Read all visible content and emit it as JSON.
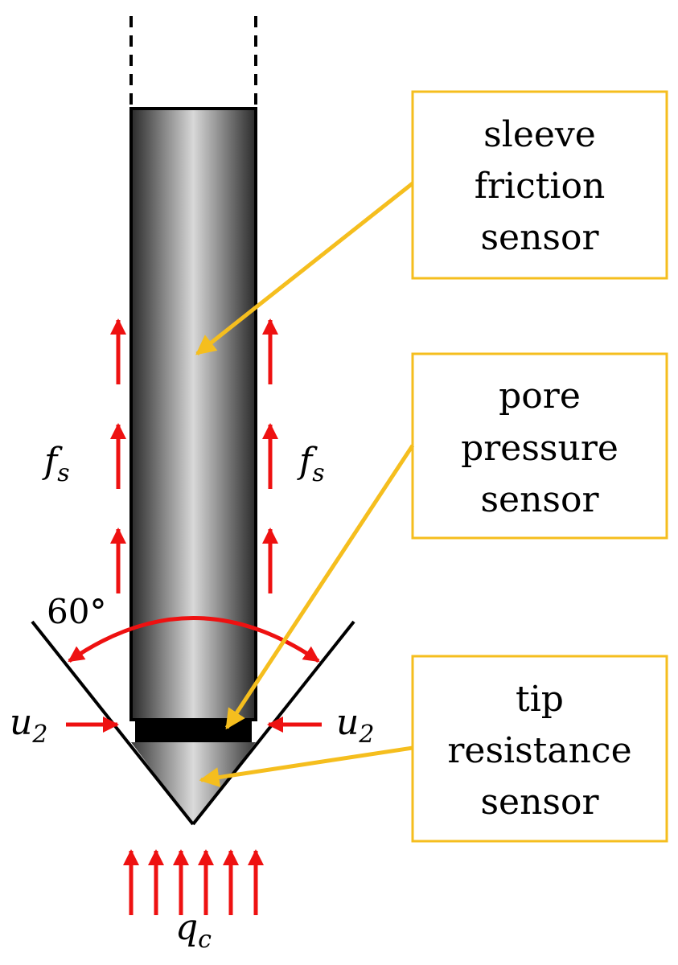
{
  "colors": {
    "arrow_red": "#ee1111",
    "callout_yellow": "#f5be1e",
    "outline": "#000000",
    "rod_dark": "#2a2a2a",
    "rod_light": "#dcdcdc"
  },
  "callouts": {
    "sleeve": {
      "line1": "sleeve",
      "line2": "friction",
      "line3": "sensor"
    },
    "pore": {
      "line1": "pore",
      "line2": "pressure",
      "line3": "sensor"
    },
    "tip": {
      "line1": "tip",
      "line2": "resistance",
      "line3": "sensor"
    }
  },
  "labels": {
    "sleeve_friction_left": {
      "symbol": "f",
      "subscript": "s"
    },
    "sleeve_friction_right": {
      "symbol": "f",
      "subscript": "s"
    },
    "pore_pressure_left": {
      "symbol": "u",
      "subscript": "2"
    },
    "pore_pressure_right": {
      "symbol": "u",
      "subscript": "2"
    },
    "tip_resistance": {
      "symbol": "q",
      "subscript": "c"
    },
    "cone_angle": "60°"
  }
}
